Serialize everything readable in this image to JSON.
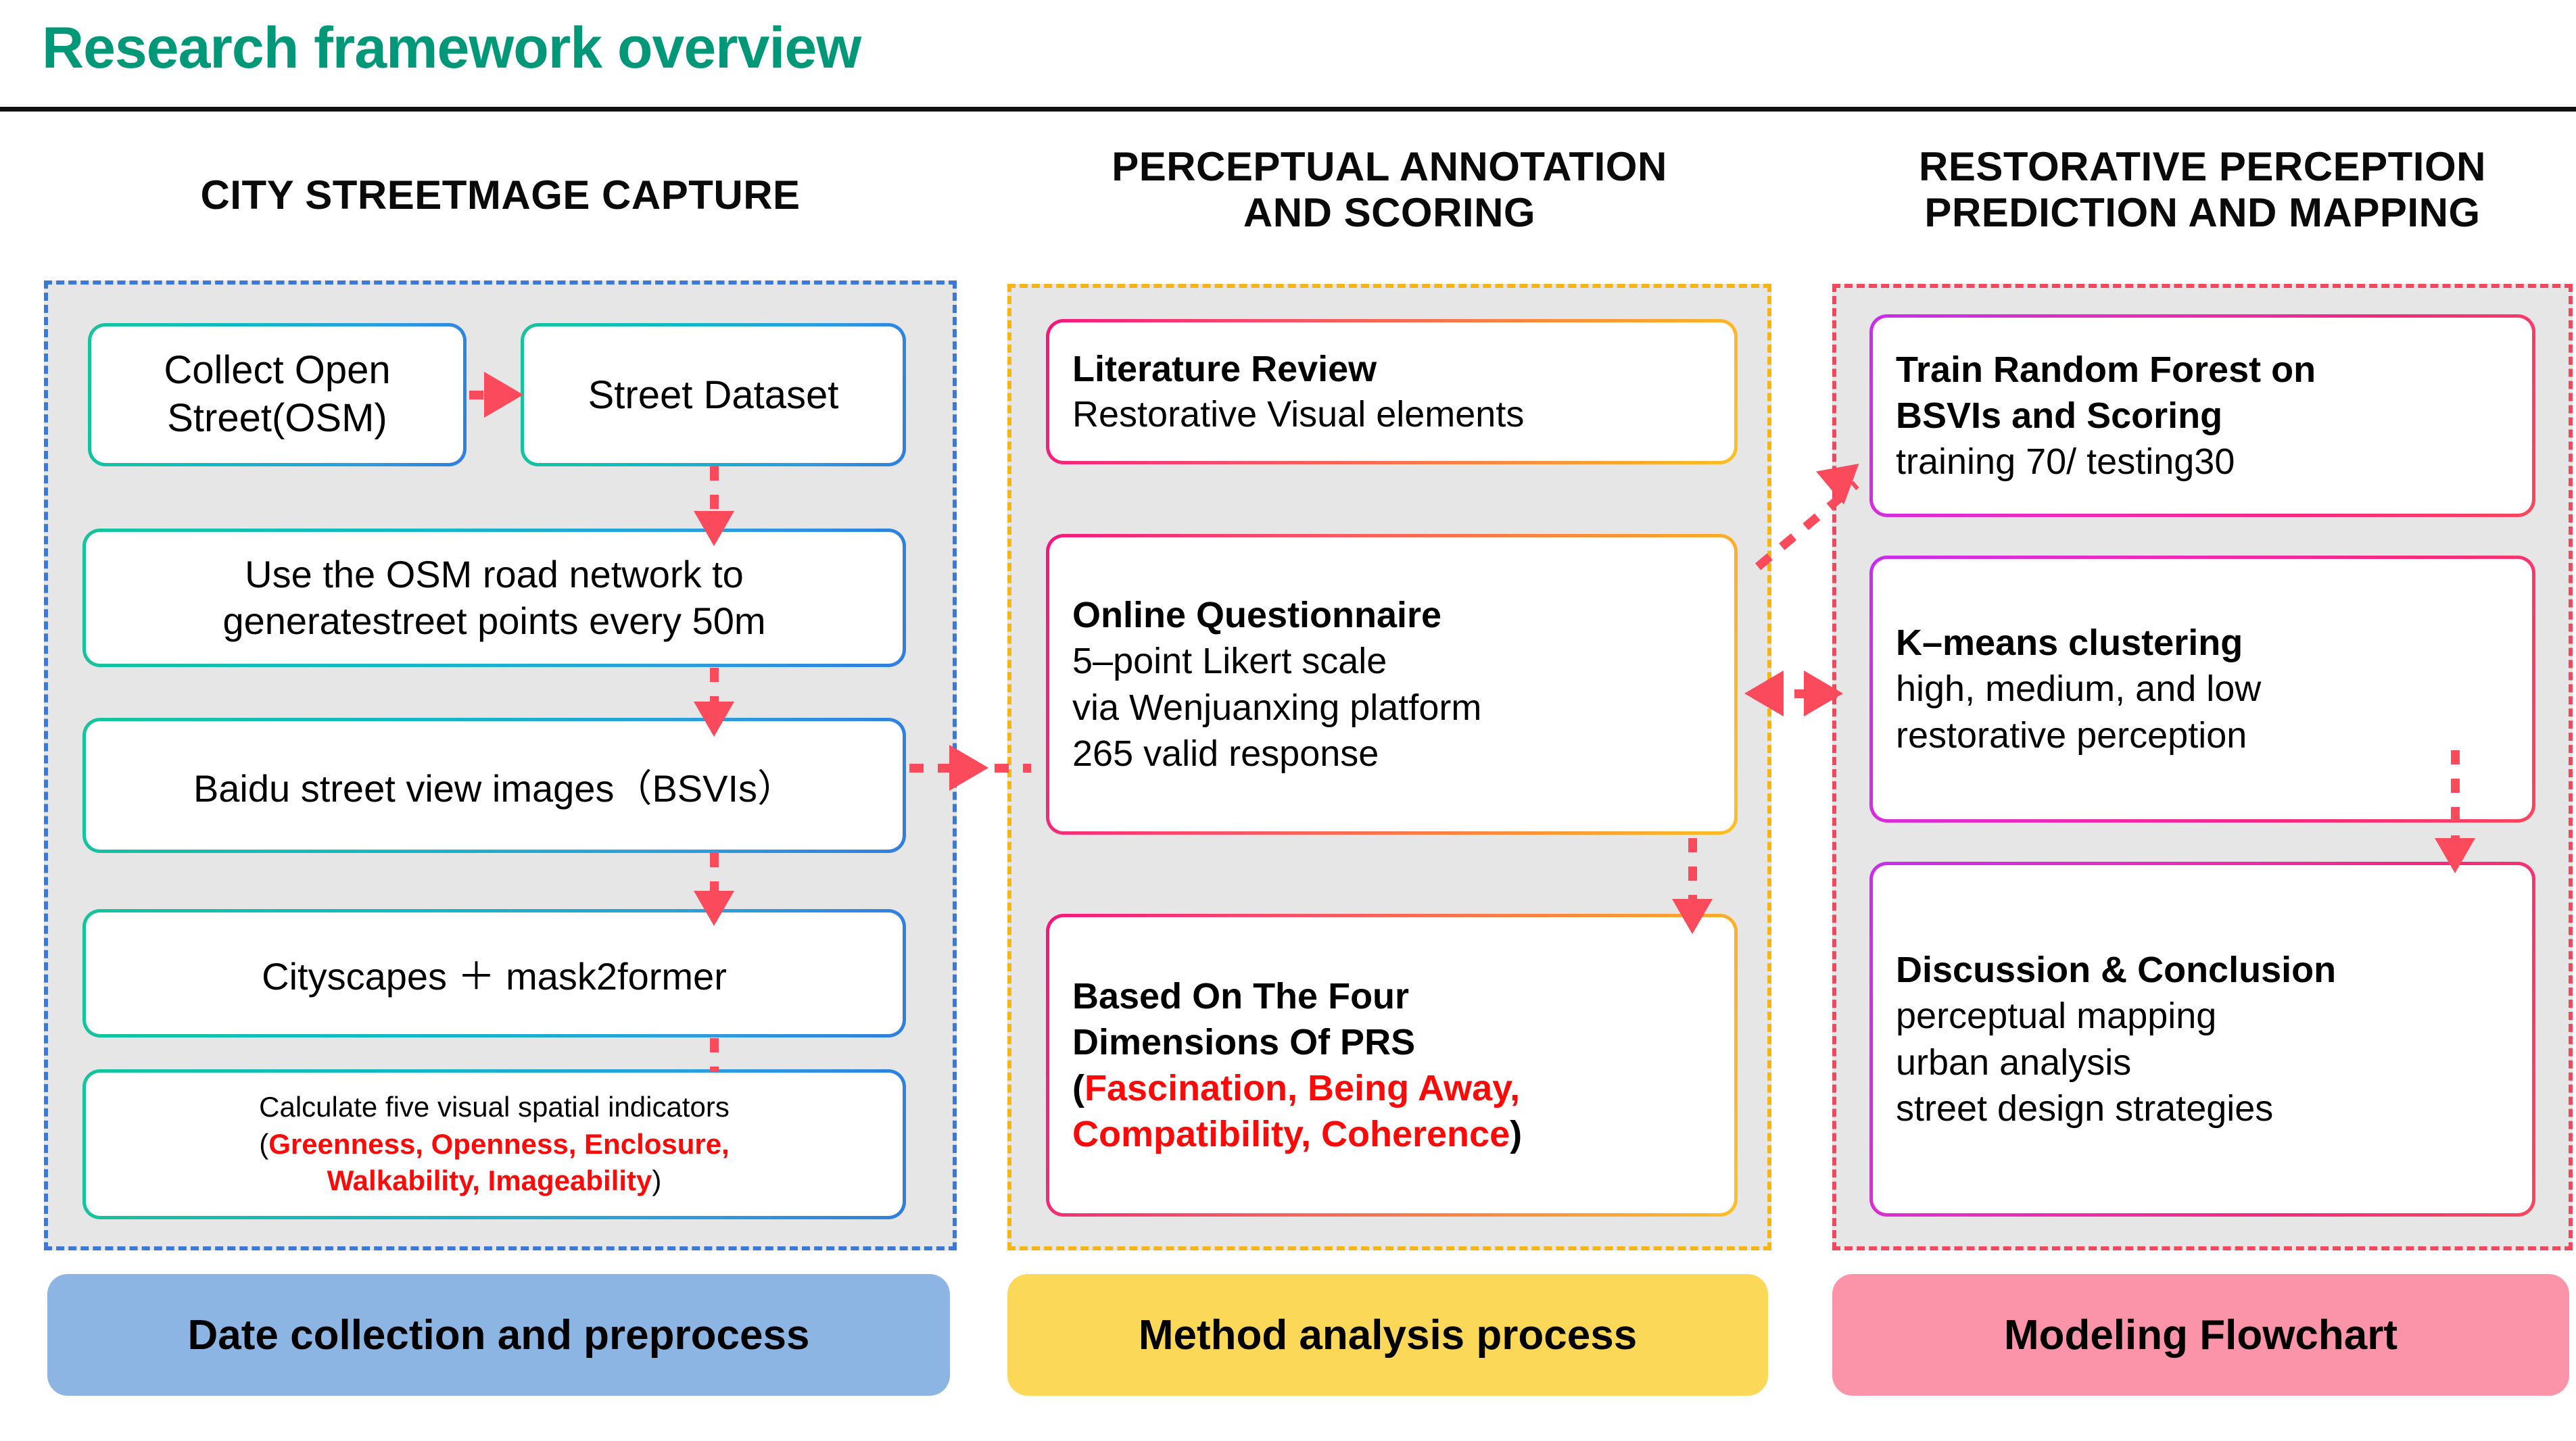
{
  "title": "Research framework overview",
  "columns": [
    {
      "header_lines": [
        "CITY STREETMAGE CAPTURE"
      ],
      "footer": "Date collection and preprocess",
      "boxes": [
        {
          "lines": [
            "Collect Open",
            "Street(OSM)"
          ]
        },
        {
          "lines": [
            "Street Dataset"
          ]
        },
        {
          "lines": [
            "Use the OSM road network to",
            "generatestreet points every 50m"
          ]
        },
        {
          "lines": [
            "Baidu street view images（BSVIs）"
          ]
        },
        {
          "lines": [
            "Cityscapes ＋ mask2former"
          ]
        },
        {
          "lines": [
            "Calculate five visual spatial indicators"
          ],
          "paren_open": "(",
          "highlight_lines": [
            "Greenness, Openness, Enclosure,",
            "Walkability, Imageability"
          ],
          "paren_close": ")"
        }
      ]
    },
    {
      "header_lines": [
        "PERCEPTUAL ANNOTATION",
        "AND SCORING"
      ],
      "footer": "Method analysis process",
      "boxes": [
        {
          "heading": "Literature Review",
          "lines": [
            "Restorative Visual elements"
          ]
        },
        {
          "heading": "Online Questionnaire",
          "lines": [
            "5–point Likert scale",
            "via Wenjuanxing platform",
            "265 valid response"
          ]
        },
        {
          "heading_lines": [
            "Based On The Four",
            "Dimensions Of PRS"
          ],
          "paren_open": "(",
          "highlight_lines": [
            "Fascination, Being Away,",
            "Compatibility, Coherence"
          ],
          "paren_close": ")"
        }
      ]
    },
    {
      "header_lines": [
        "RESTORATIVE PERCEPTION",
        "PREDICTION AND MAPPING"
      ],
      "footer": "Modeling Flowchart",
      "boxes": [
        {
          "heading_lines": [
            "Train Random Forest on",
            "BSVIs and Scoring"
          ],
          "lines": [
            "training 70/ testing30"
          ]
        },
        {
          "heading": "K–means clustering",
          "lines": [
            "high, medium, and low",
            "restorative perception"
          ]
        },
        {
          "heading": "Discussion & Conclusion",
          "lines": [
            "perceptual mapping",
            "urban analysis",
            "street design strategies"
          ]
        }
      ]
    }
  ],
  "colors": {
    "title": "#009878",
    "panel_bg": "#e6e6e6",
    "panel_border_1": "#3b78d8",
    "panel_border_2": "#f5b517",
    "panel_border_3": "#f4465c",
    "arrow": "#fa4a5c",
    "highlight_text": "#fb0a0a",
    "footer_1": "#8cb5e4",
    "footer_2": "#fcd859",
    "footer_3": "#fb94a8"
  }
}
